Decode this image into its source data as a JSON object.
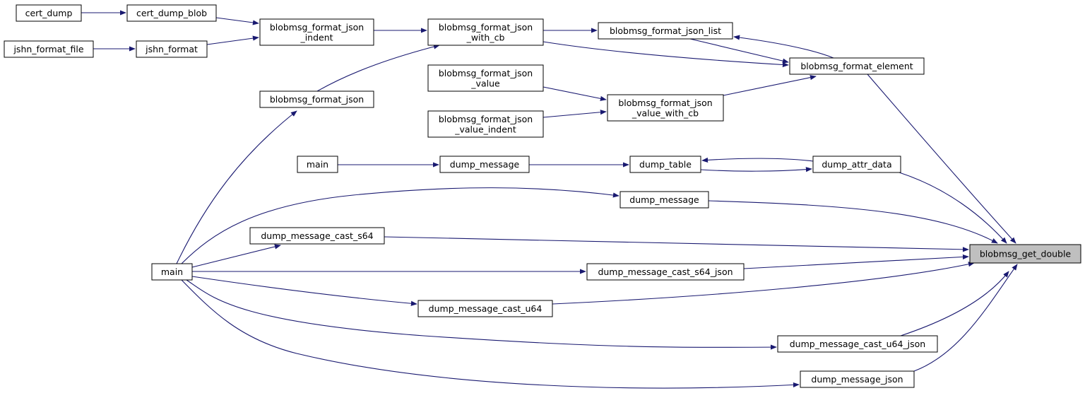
{
  "graph": {
    "title": "",
    "edge_color": "#191970",
    "root_fill": "#bfbfbf",
    "nodes": {
      "cert_dump": [
        "cert_dump"
      ],
      "cert_dump_blob": [
        "cert_dump_blob"
      ],
      "jshn_format_file": [
        "jshn_format_file"
      ],
      "jshn_format": [
        "jshn_format"
      ],
      "bfj_indent": [
        "blobmsg_format_json",
        "_indent"
      ],
      "bfj_with_cb": [
        "blobmsg_format_json",
        "_with_cb"
      ],
      "bfj_list": [
        "blobmsg_format_json_list"
      ],
      "bf_element": [
        "blobmsg_format_element"
      ],
      "bfj": [
        "blobmsg_format_json"
      ],
      "bfj_value": [
        "blobmsg_format_json",
        "_value"
      ],
      "bfj_value_indent": [
        "blobmsg_format_json",
        "_value_indent"
      ],
      "bfj_value_with_cb": [
        "blobmsg_format_json",
        "_value_with_cb"
      ],
      "main1": [
        "main"
      ],
      "dump_message1": [
        "dump_message"
      ],
      "dump_table": [
        "dump_table"
      ],
      "dump_attr_data": [
        "dump_attr_data"
      ],
      "dump_message2": [
        "dump_message"
      ],
      "main2": [
        "main"
      ],
      "cast_s64": [
        "dump_message_cast_s64"
      ],
      "cast_s64_json": [
        "dump_message_cast_s64_json"
      ],
      "cast_u64": [
        "dump_message_cast_u64"
      ],
      "cast_u64_json": [
        "dump_message_cast_u64_json"
      ],
      "dump_message_json": [
        "dump_message_json"
      ],
      "get_double": [
        "blobmsg_get_double"
      ]
    },
    "edges": [
      [
        "cert_dump",
        "cert_dump_blob"
      ],
      [
        "jshn_format_file",
        "jshn_format"
      ],
      [
        "cert_dump_blob",
        "bfj_indent"
      ],
      [
        "jshn_format",
        "bfj_indent"
      ],
      [
        "bfj_indent",
        "bfj_with_cb"
      ],
      [
        "bfj",
        "bfj_with_cb"
      ],
      [
        "bfj_with_cb",
        "bfj_list"
      ],
      [
        "bfj_with_cb",
        "bf_element"
      ],
      [
        "bfj_list",
        "bf_element"
      ],
      [
        "bf_element",
        "bfj_list"
      ],
      [
        "bfj_value",
        "bfj_value_with_cb"
      ],
      [
        "bfj_value_indent",
        "bfj_value_with_cb"
      ],
      [
        "bfj_value_with_cb",
        "bf_element"
      ],
      [
        "main1",
        "dump_message1"
      ],
      [
        "dump_message1",
        "dump_table"
      ],
      [
        "dump_table",
        "dump_attr_data"
      ],
      [
        "dump_attr_data",
        "dump_table"
      ],
      [
        "main2",
        "bfj"
      ],
      [
        "main2",
        "dump_message2"
      ],
      [
        "main2",
        "cast_s64"
      ],
      [
        "main2",
        "cast_s64_json"
      ],
      [
        "main2",
        "cast_u64"
      ],
      [
        "main2",
        "cast_u64_json"
      ],
      [
        "main2",
        "dump_message_json"
      ],
      [
        "bf_element",
        "get_double"
      ],
      [
        "dump_attr_data",
        "get_double"
      ],
      [
        "dump_message2",
        "get_double"
      ],
      [
        "cast_s64",
        "get_double"
      ],
      [
        "cast_s64_json",
        "get_double"
      ],
      [
        "cast_u64",
        "get_double"
      ],
      [
        "cast_u64_json",
        "get_double"
      ],
      [
        "dump_message_json",
        "get_double"
      ]
    ]
  }
}
